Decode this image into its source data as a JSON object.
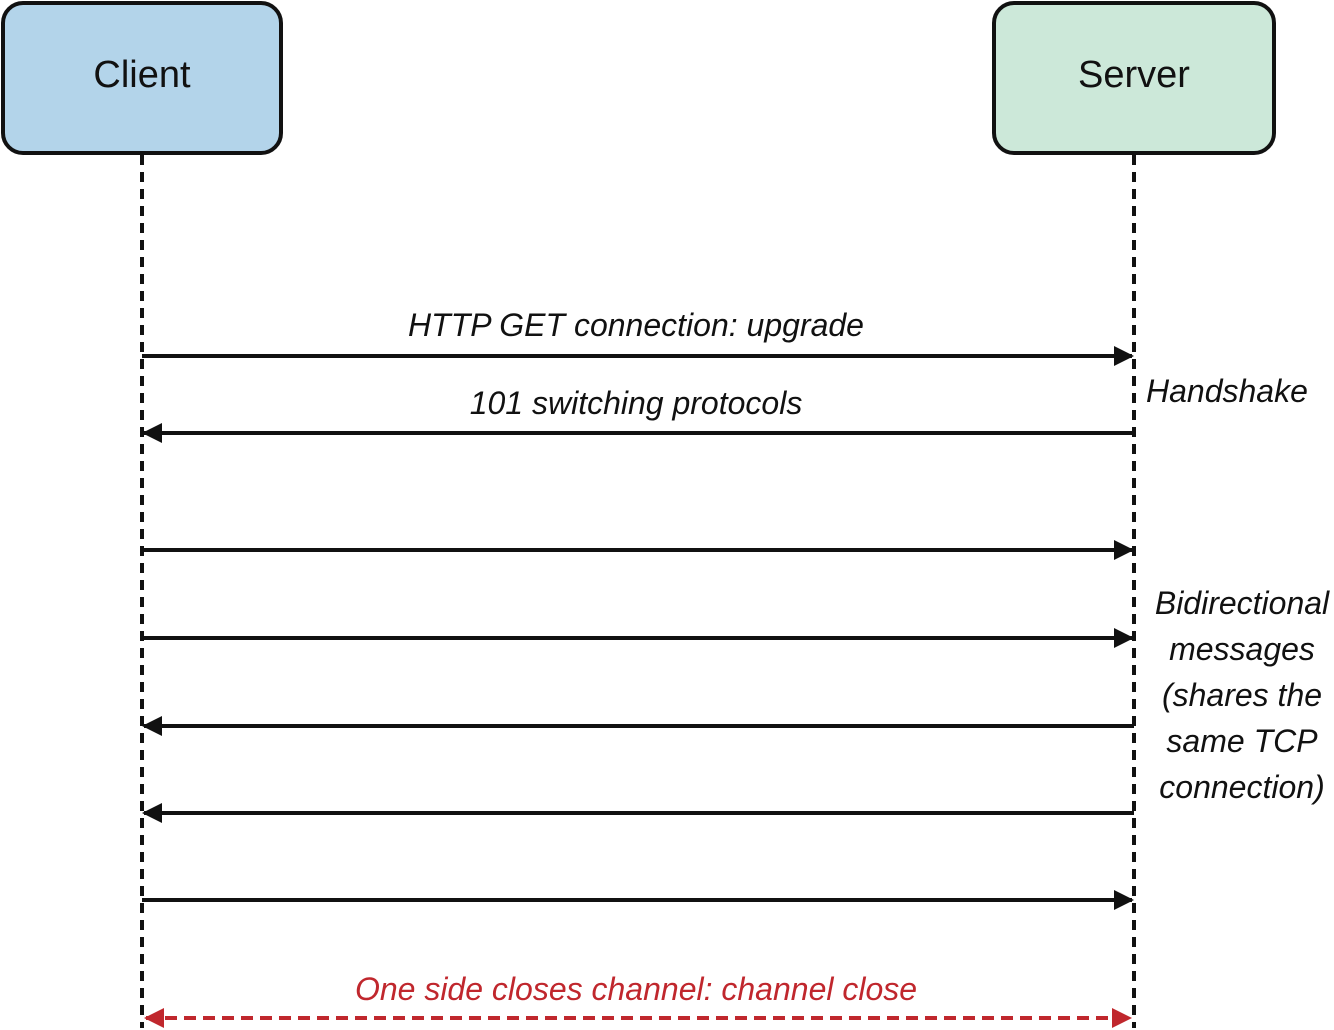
{
  "participants": {
    "client": {
      "label": "Client",
      "fill": "#b3d4ea"
    },
    "server": {
      "label": "Server",
      "fill": "#cce8d9"
    }
  },
  "messages": [
    {
      "from": "client",
      "to": "server",
      "label": "HTTP GET connection: upgrade"
    },
    {
      "from": "server",
      "to": "client",
      "label": "101 switching protocols"
    },
    {
      "from": "client",
      "to": "server",
      "label": ""
    },
    {
      "from": "client",
      "to": "server",
      "label": ""
    },
    {
      "from": "server",
      "to": "client",
      "label": ""
    },
    {
      "from": "server",
      "to": "client",
      "label": ""
    },
    {
      "from": "client",
      "to": "server",
      "label": ""
    }
  ],
  "annotations": {
    "handshake": "Handshake",
    "bidirectional": [
      "Bidirectional",
      "messages",
      "(shares the",
      "same TCP",
      "connection)"
    ]
  },
  "close": {
    "label": "One side closes channel: channel close",
    "color": "#c0272d"
  }
}
